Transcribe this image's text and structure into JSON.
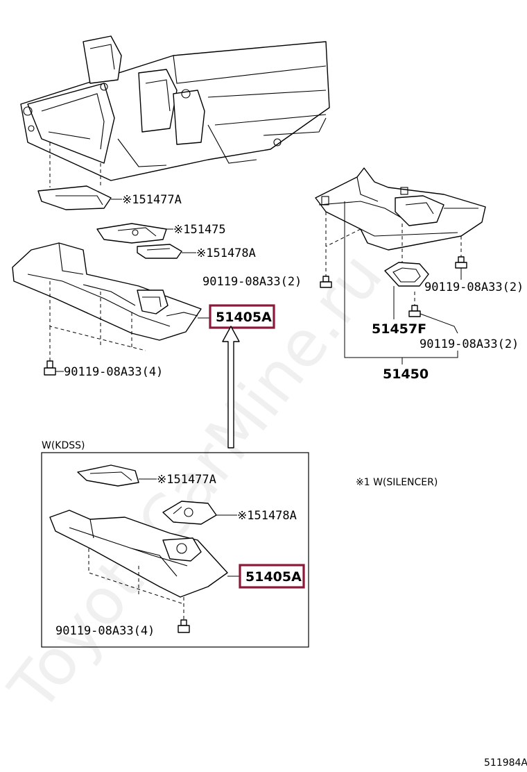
{
  "labels": {
    "p51477a_top": "※151477A",
    "p51475": "※151475",
    "p51478a_top": "※151478A",
    "p51405a_top": "51405A",
    "bolt_left_top": "90119-08A33(4)",
    "bolt_center": "90119-08A33(2)",
    "bolt_right_1": "90119-08A33(2)",
    "p51457f": "51457F",
    "bolt_right_2": "90119-08A33(2)",
    "p51450": "51450",
    "kdss_title": "W(KDSS)",
    "p51477a_kdss": "※151477A",
    "p51478a_kdss": "※151478A",
    "p51405a_kdss": "51405A",
    "bolt_kdss": "90119-08A33(4)",
    "note": "※1 W(SILENCER)",
    "diagram_id": "511984A",
    "watermark": "ToyotaCarMine.ru"
  },
  "colors": {
    "highlight": "#8b1a3a",
    "line": "#000000",
    "background": "#ffffff"
  }
}
